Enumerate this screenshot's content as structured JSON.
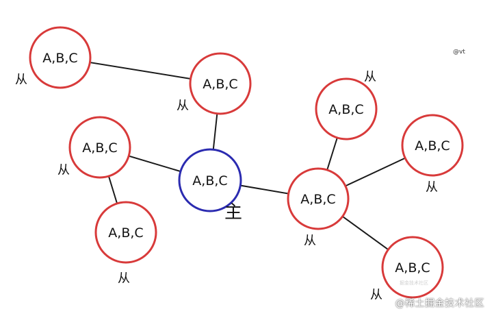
{
  "colors": {
    "primary_stroke": "#2b2bb0",
    "replica_stroke": "#d83a3a"
  },
  "nodes": [
    {
      "id": "n1",
      "label": "A,B,C",
      "role_label": "从",
      "type": "replica"
    },
    {
      "id": "n2",
      "label": "A,B,C",
      "role_label": "从",
      "type": "replica"
    },
    {
      "id": "n3",
      "label": "A,B,C",
      "role_label": "从",
      "type": "replica"
    },
    {
      "id": "n4",
      "label": "A,B,C",
      "role_label": "主",
      "type": "primary"
    },
    {
      "id": "n5",
      "label": "A,B,C",
      "role_label": "从",
      "type": "replica"
    },
    {
      "id": "n6",
      "label": "A,B,C",
      "role_label": "从",
      "type": "replica"
    },
    {
      "id": "n7",
      "label": "A,B,C",
      "role_label": "从",
      "type": "replica"
    },
    {
      "id": "n8",
      "label": "A,B,C",
      "role_label": "从",
      "type": "replica"
    },
    {
      "id": "n9",
      "label": "A,B,C",
      "role_label": "从",
      "type": "replica"
    }
  ],
  "edges": [
    [
      "n1",
      "n2"
    ],
    [
      "n2",
      "n4"
    ],
    [
      "n3",
      "n4"
    ],
    [
      "n3",
      "n5"
    ],
    [
      "n4",
      "n6"
    ],
    [
      "n6",
      "n7"
    ],
    [
      "n6",
      "n8"
    ],
    [
      "n6",
      "n9"
    ]
  ],
  "corner_mark": "@vt",
  "watermark": "@稀土掘金技术社区",
  "watermark_faint": "掘金技术社区"
}
